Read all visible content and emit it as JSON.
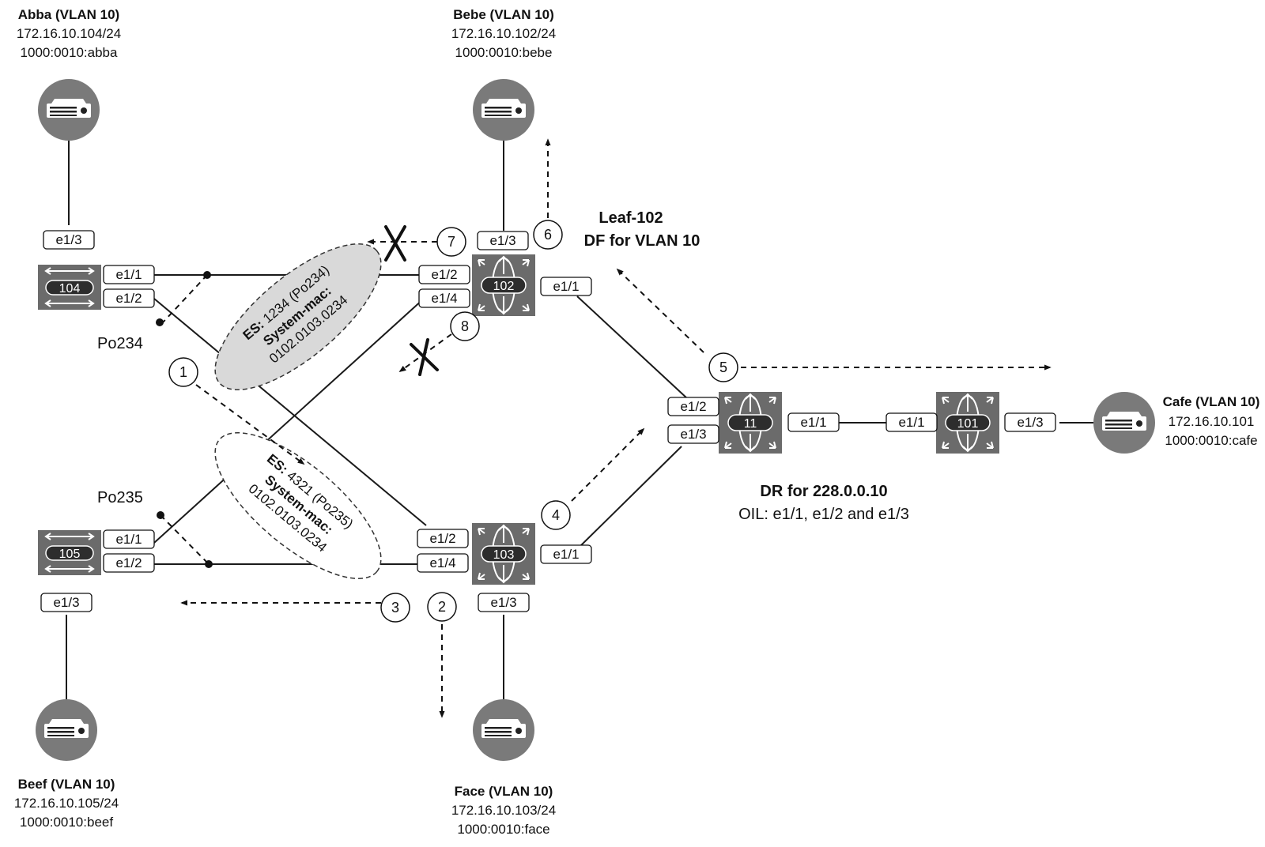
{
  "hosts": {
    "abba": {
      "name": "Abba (VLAN 10)",
      "ip": "172.16.10.104/24",
      "ipv6": "1000:0010:abba"
    },
    "bebe": {
      "name": "Bebe (VLAN 10)",
      "ip": "172.16.10.102/24",
      "ipv6": "1000:0010:bebe"
    },
    "beef": {
      "name": "Beef (VLAN 10)",
      "ip": "172.16.10.105/24",
      "ipv6": "1000:0010:beef"
    },
    "face": {
      "name": "Face (VLAN 10)",
      "ip": "172.16.10.103/24",
      "ipv6": "1000:0010:face"
    },
    "cafe": {
      "name": "Cafe (VLAN 10)",
      "ip": "172.16.10.101",
      "ipv6": "1000:0010:cafe"
    }
  },
  "switches": {
    "s104": "104",
    "s105": "105",
    "s102": "102",
    "s103": "103",
    "s11": "11",
    "s101": "101"
  },
  "ports": {
    "e11": "e1/1",
    "e12": "e1/2",
    "e13": "e1/3",
    "e14": "e1/4"
  },
  "port_channels": {
    "po234": "Po234",
    "po235": "Po235"
  },
  "es_blocks": {
    "es1": {
      "es_label": "ES:",
      "es_value": " 1234 (Po234)",
      "sysmac_label": "System-mac:",
      "sysmac_value": "0102.0103.0234"
    },
    "es2": {
      "es_label": "ES:",
      "es_value": " 4321 (Po235)",
      "sysmac_label": "System-mac:",
      "sysmac_value": "0102.0103.0234"
    }
  },
  "annotations": {
    "leaf102_title": "Leaf-102",
    "leaf102_sub": "DF for VLAN 10",
    "dr_title": "DR for 228.0.0.10",
    "dr_oil": "OIL: e1/1, e1/2 and e1/3"
  },
  "steps": [
    "1",
    "2",
    "3",
    "4",
    "5",
    "6",
    "7",
    "8"
  ],
  "colors": {
    "node_gray": "#6b6b6b",
    "host_gray": "#7a7a7a",
    "line": "#1a1a1a",
    "es_fill": "#d9d9d9"
  }
}
